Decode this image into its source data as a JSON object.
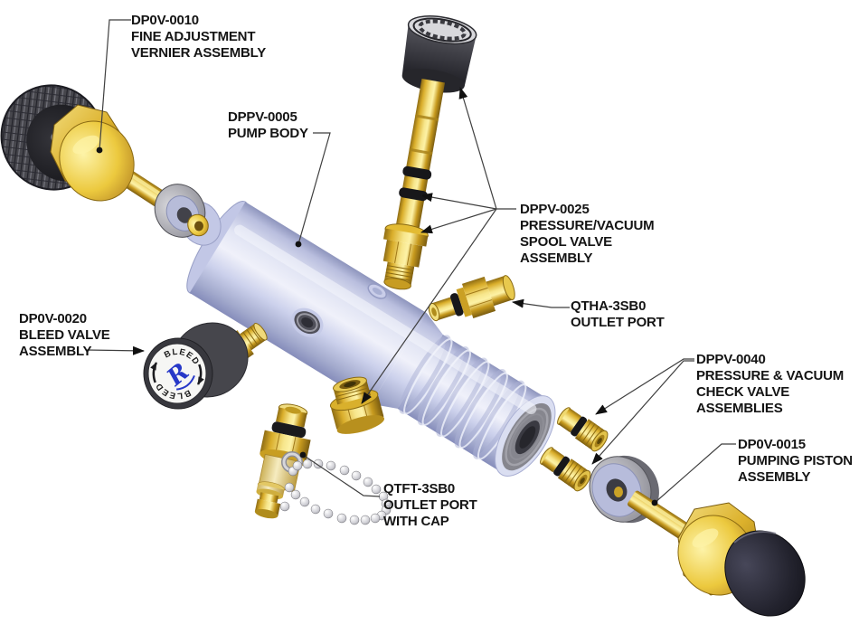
{
  "diagram_title": "Pressure pump exploded parts diagram",
  "colors": {
    "brass": "#E3B92F",
    "pump_body_lavender": "#CCD1EC",
    "rubber_black": "#1A1A1D",
    "knob_gray": "#45454B",
    "steel_gray": "#9A9AA0",
    "bleed_logo_blue": "#2738C8",
    "label_text": "#141414",
    "leader_line": "#3F3F3F"
  },
  "labels": {
    "vernier": {
      "code": "DP0V-0010",
      "lines": [
        "FINE ADJUSTMENT",
        "VERNIER ASSEMBLY"
      ]
    },
    "pump_body": {
      "code": "DPPV-0005",
      "lines": [
        "PUMP BODY"
      ]
    },
    "spool_valve": {
      "code": "DPPV-0025",
      "lines": [
        "PRESSURE/VACUUM",
        "SPOOL VALVE",
        "ASSEMBLY"
      ]
    },
    "outlet_port": {
      "code": "QTHA-3SB0",
      "lines": [
        "OUTLET PORT"
      ]
    },
    "bleed_valve": {
      "code": "DP0V-0020",
      "lines": [
        "BLEED VALVE",
        "ASSEMBLY"
      ]
    },
    "check_valves": {
      "code": "DPPV-0040",
      "lines": [
        "PRESSURE & VACUUM",
        "CHECK VALVE",
        "ASSEMBLIES"
      ]
    },
    "outlet_port_cap": {
      "code": "QTFT-3SB0",
      "lines": [
        "OUTLET PORT",
        "WITH CAP"
      ]
    },
    "piston": {
      "code": "DP0V-0015",
      "lines": [
        "PUMPING PISTON",
        "ASSEMBLY"
      ]
    }
  },
  "bleed_valve_markings": {
    "text_top": "BLEED",
    "text_bottom": "BLEED",
    "logo": "R"
  }
}
